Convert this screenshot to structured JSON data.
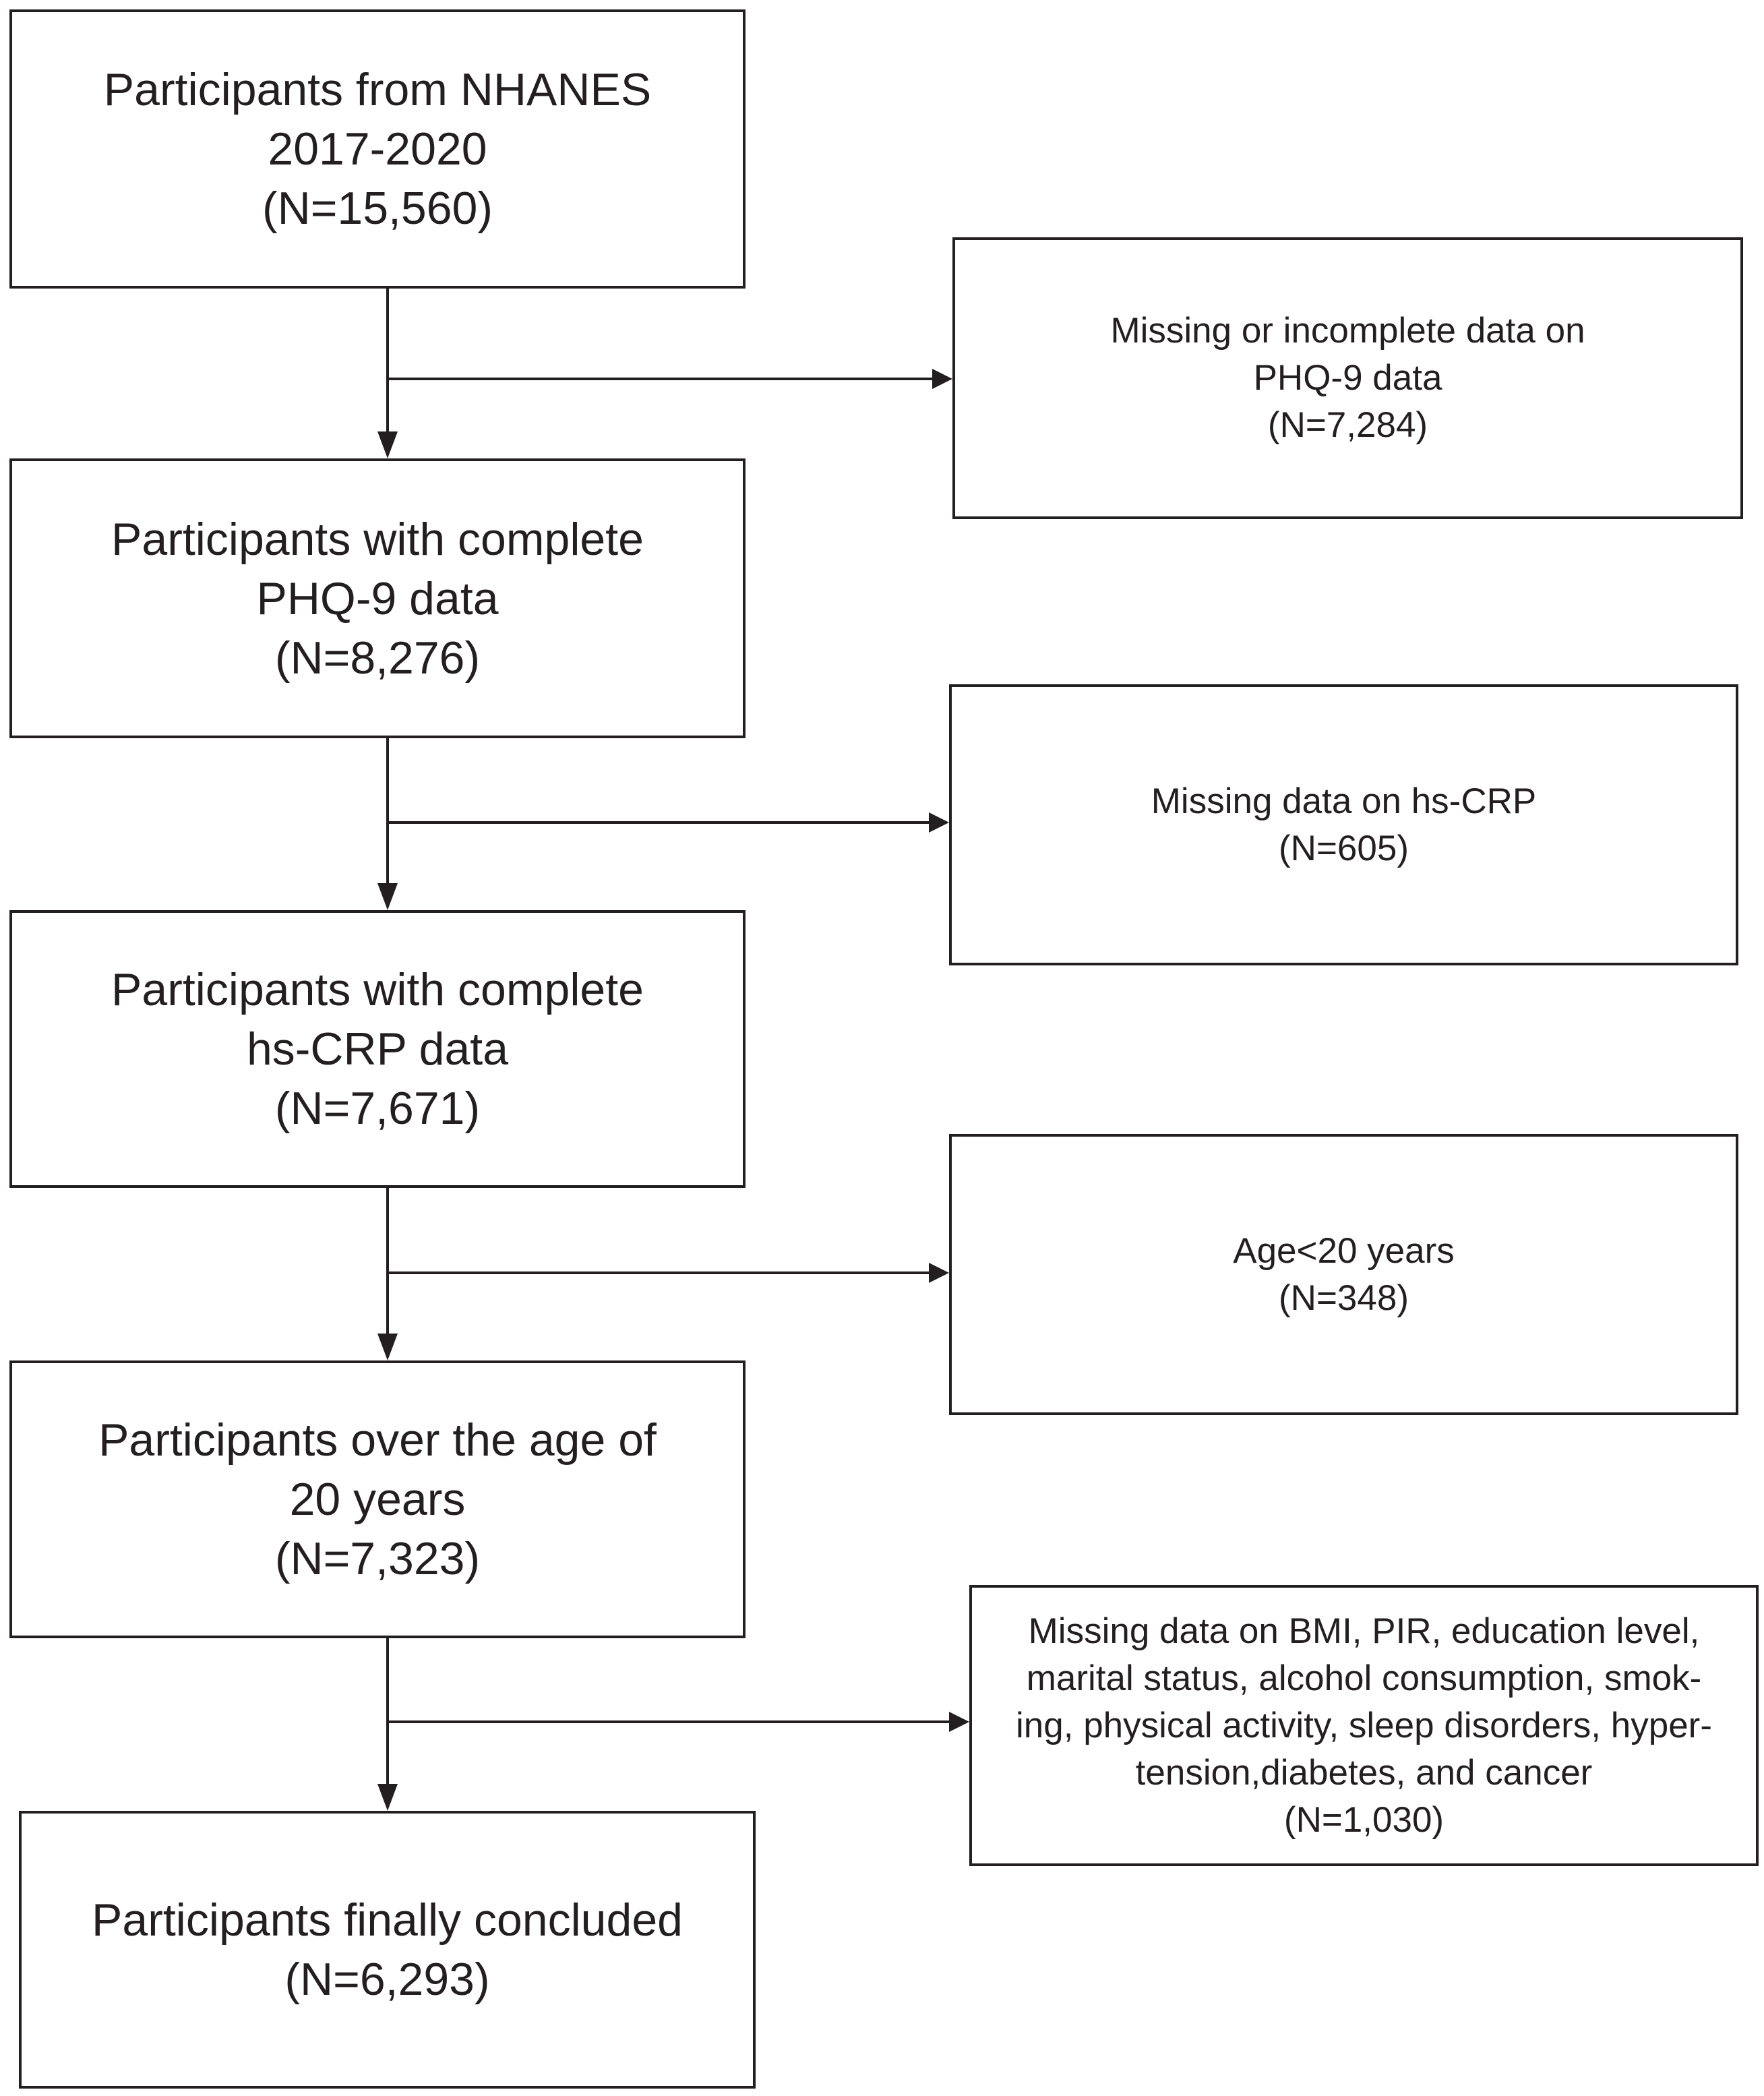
{
  "main_boxes": [
    {
      "text": "Participants from NHANES\n2017-2020\n(N=15,560)"
    },
    {
      "text": "Participants with complete\nPHQ-9 data\n(N=8,276)"
    },
    {
      "text": "Participants with complete\nhs-CRP data\n(N=7,671)"
    },
    {
      "text": "Participants over the age of\n20 years\n(N=7,323)"
    },
    {
      "text": "Participants finally concluded\n(N=6,293)"
    }
  ],
  "exclusion_boxes": [
    {
      "text": "Missing  or incomplete data on\nPHQ-9 data\n(N=7,284)"
    },
    {
      "text": "Missing  data on hs-CRP\n(N=605)"
    },
    {
      "text": "Age<20 years\n(N=348)"
    },
    {
      "text": "Missing  data on BMI, PIR, education level,\nmarital status, alcohol consumption, smok-\ning, physical activity, sleep disorders, hyper-\ntension,diabetes, and cancer\n(N=1,030)"
    }
  ],
  "colors": {
    "line": "#231f20",
    "background": "#ffffff"
  }
}
